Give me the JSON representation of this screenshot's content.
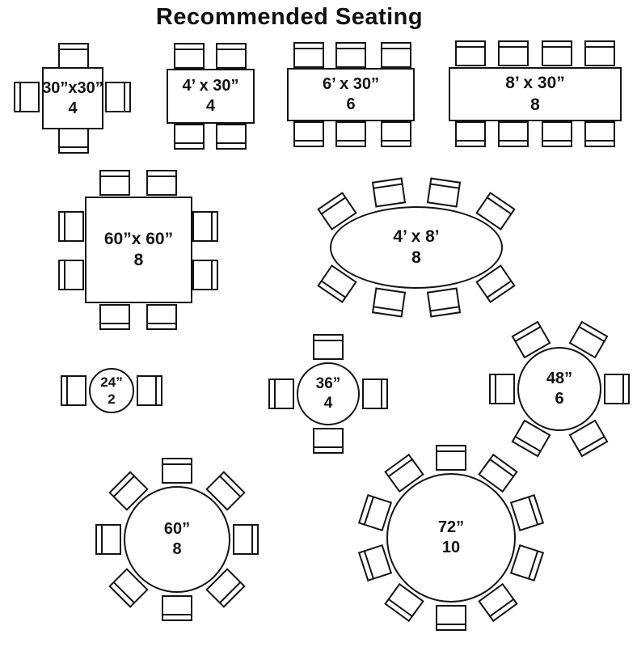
{
  "title": "Recommended Seating",
  "colors": {
    "line": "#141414",
    "background": "#ffffff",
    "text": "#111111"
  },
  "tables": [
    {
      "size": "30”x30”",
      "seats": "4",
      "shape": "square"
    },
    {
      "size": "4’ x 30”",
      "seats": "4",
      "shape": "rectangle"
    },
    {
      "size": "6’ x 30”",
      "seats": "6",
      "shape": "rectangle"
    },
    {
      "size": "8’ x 30”",
      "seats": "8",
      "shape": "rectangle"
    },
    {
      "size": "60”x 60”",
      "seats": "8",
      "shape": "square"
    },
    {
      "size": "4’ x 8’",
      "seats": "8",
      "shape": "oval"
    },
    {
      "size": "24”",
      "seats": "2",
      "shape": "round"
    },
    {
      "size": "36”",
      "seats": "4",
      "shape": "round"
    },
    {
      "size": "48”",
      "seats": "6",
      "shape": "round"
    },
    {
      "size": "60”",
      "seats": "8",
      "shape": "round"
    },
    {
      "size": "72”",
      "seats": "10",
      "shape": "round"
    }
  ]
}
